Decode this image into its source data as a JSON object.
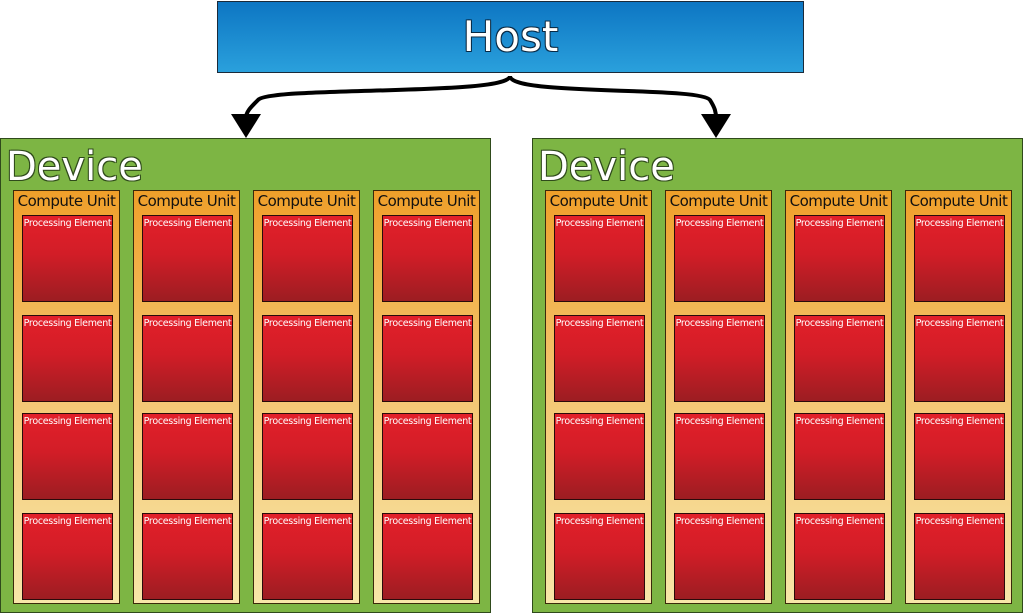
{
  "host": {
    "label": "Host"
  },
  "devices": [
    {
      "label": "Device",
      "compute_units": [
        {
          "label": "Compute Unit",
          "processing_elements": [
            "Processing Element",
            "Processing Element",
            "Processing Element",
            "Processing Element"
          ]
        },
        {
          "label": "Compute Unit",
          "processing_elements": [
            "Processing Element",
            "Processing Element",
            "Processing Element",
            "Processing Element"
          ]
        },
        {
          "label": "Compute Unit",
          "processing_elements": [
            "Processing Element",
            "Processing Element",
            "Processing Element",
            "Processing Element"
          ]
        },
        {
          "label": "Compute Unit",
          "processing_elements": [
            "Processing Element",
            "Processing Element",
            "Processing Element",
            "Processing Element"
          ]
        }
      ]
    },
    {
      "label": "Device",
      "compute_units": [
        {
          "label": "Compute Unit",
          "processing_elements": [
            "Processing Element",
            "Processing Element",
            "Processing Element",
            "Processing Element"
          ]
        },
        {
          "label": "Compute Unit",
          "processing_elements": [
            "Processing Element",
            "Processing Element",
            "Processing Element",
            "Processing Element"
          ]
        },
        {
          "label": "Compute Unit",
          "processing_elements": [
            "Processing Element",
            "Processing Element",
            "Processing Element",
            "Processing Element"
          ]
        },
        {
          "label": "Compute Unit",
          "processing_elements": [
            "Processing Element",
            "Processing Element",
            "Processing Element",
            "Processing Element"
          ]
        }
      ]
    }
  ],
  "colors": {
    "host": "#1a8fd3",
    "device": "#7db544",
    "compute_unit": "#f4b94c",
    "processing_element": "#d21d27",
    "arrow": "#000000"
  }
}
